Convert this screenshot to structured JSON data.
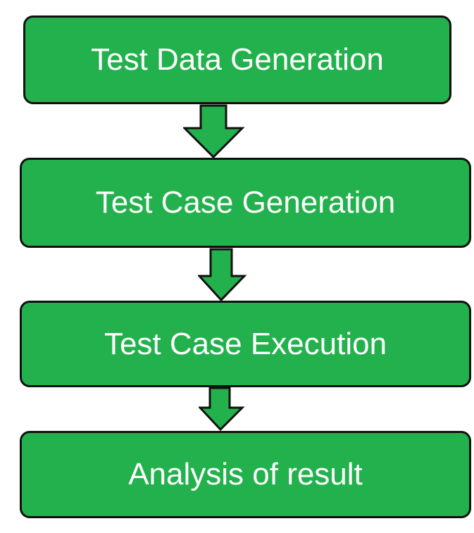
{
  "diagram": {
    "steps": [
      {
        "label": "Test Data Generation"
      },
      {
        "label": "Test Case Generation"
      },
      {
        "label": "Test Case Execution"
      },
      {
        "label": "Analysis of result"
      }
    ],
    "colors": {
      "box_fill": "#22b14c",
      "box_border": "#111111",
      "text": "#ffffff",
      "arrow_fill": "#22b14c",
      "arrow_stroke": "#111111"
    }
  }
}
